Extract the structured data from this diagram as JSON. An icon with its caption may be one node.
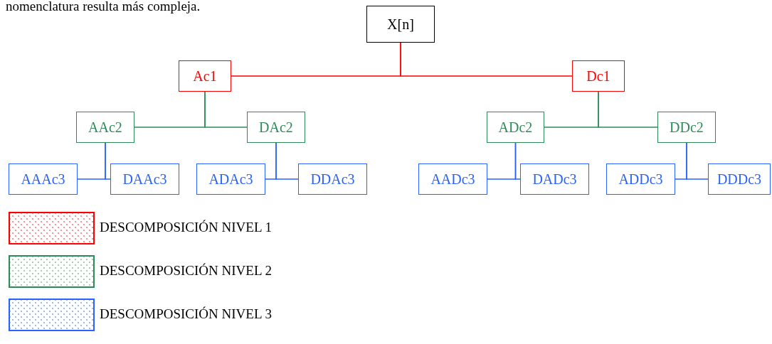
{
  "diagram": {
    "nodes": [
      {
        "text": [
          "X[n]"
        ]
      },
      {
        "text": [
          "Ac1"
        ]
      },
      {
        "text": [
          "Dc1"
        ]
      },
      {
        "text": [
          "AAc2"
        ]
      },
      {
        "text": [
          "DAc2"
        ]
      },
      {
        "text": [
          "ADc2"
        ]
      },
      {
        "text": [
          "DDc2"
        ]
      },
      {
        "text": [
          "AAAc3"
        ]
      },
      {
        "text": [
          "DAAc3"
        ]
      },
      {
        "text": [
          "ADAc3"
        ]
      },
      {
        "text": [
          "DDAc3"
        ]
      },
      {
        "text": [
          "AADc3"
        ]
      },
      {
        "text": [
          "DADc3"
        ]
      },
      {
        "text": [
          "ADDc3"
        ]
      },
      {
        "text": [
          "DDDc3"
        ]
      }
    ],
    "edges": [
      {
        "from": 0,
        "to": 1,
        "arrow": "none",
        "color": "#ff0000"
      },
      {
        "from": 0,
        "to": 2,
        "arrow": "none",
        "color": "#ff0000"
      },
      {
        "from": 1,
        "to": 3,
        "arrow": "none",
        "color": "#2e8b57"
      },
      {
        "from": 1,
        "to": 4,
        "arrow": "none",
        "color": "#2e8b57"
      },
      {
        "from": 2,
        "to": 5,
        "arrow": "none",
        "color": "#2e8b57"
      },
      {
        "from": 2,
        "to": 6,
        "arrow": "none",
        "color": "#2e8b57"
      },
      {
        "from": 3,
        "to": 7,
        "arrow": "none"
      },
      {
        "from": 3,
        "to": 8,
        "arrow": "none"
      },
      {
        "from": 4,
        "to": 9,
        "arrow": "none"
      },
      {
        "from": 4,
        "to": 10,
        "arrow": "none"
      },
      {
        "from": 5,
        "to": 11,
        "arrow": "none"
      },
      {
        "from": 5,
        "to": 12,
        "arrow": "none"
      },
      {
        "from": 6,
        "to": 13,
        "arrow": "none"
      },
      {
        "from": 6,
        "to": 14,
        "arrow": "none"
      }
    ],
    "labels": [
      "nomenclatura resulta más compleja."
    ],
    "legend": [
      {
        "text": "DESCOMPOSICIÓN NIVEL 1",
        "color": "#ff0000"
      },
      {
        "text": "DESCOMPOSICIÓN NIVEL 2",
        "color": "#2e8b57"
      },
      {
        "text": "DESCOMPOSICIÓN NIVEL 3",
        "color": "#2962ff"
      }
    ]
  }
}
